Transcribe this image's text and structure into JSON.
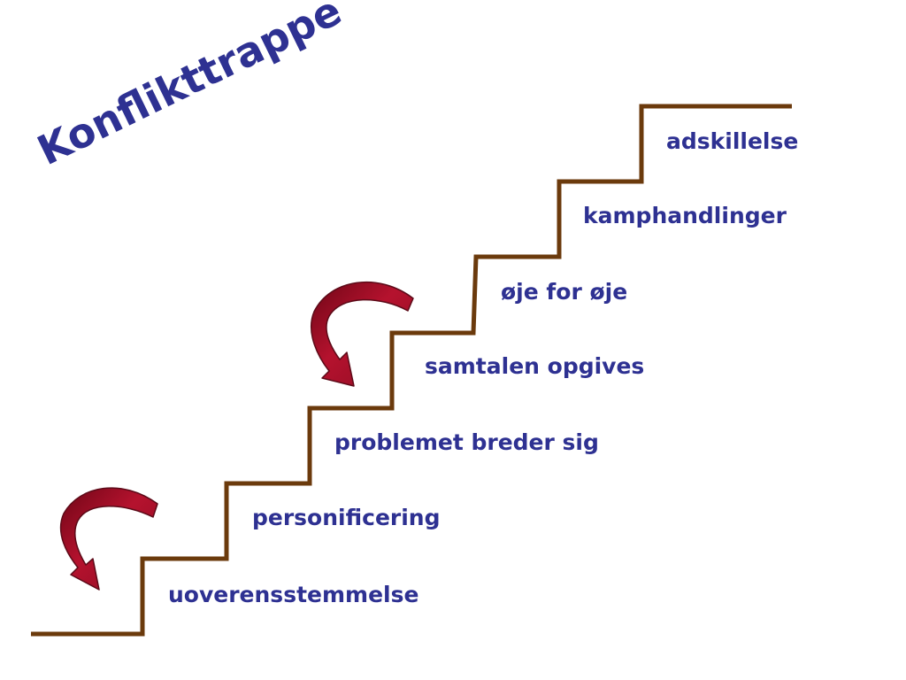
{
  "title": "Konflikttrappe",
  "steps": [
    {
      "label": "uoverensstemmelse"
    },
    {
      "label": "personificering"
    },
    {
      "label": "problemet breder sig"
    },
    {
      "label": "samtalen opgives"
    },
    {
      "label": "øje for øje"
    },
    {
      "label": "kamphandlinger"
    },
    {
      "label": "adskillelse"
    }
  ],
  "colors": {
    "text": "#2E3192",
    "stairs": "#6B3A0C",
    "arrow_fill": "#A0102A",
    "arrow_stroke": "#5C0A18"
  }
}
